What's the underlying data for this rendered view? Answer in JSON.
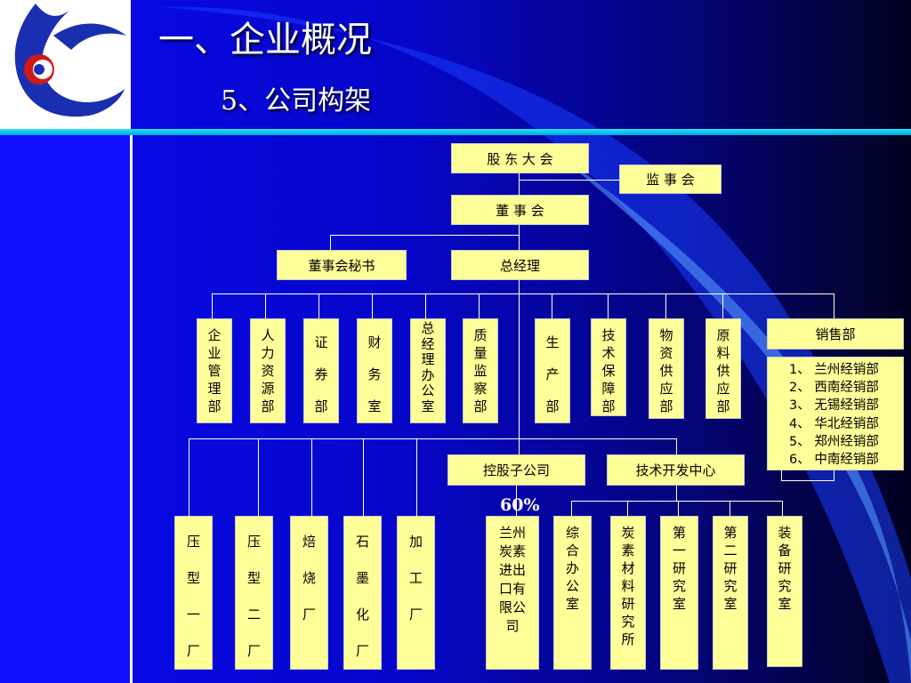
{
  "title": "一、企业概况",
  "subtitle": "5、公司构架",
  "logo_icon": "company-logo-icon",
  "colors": {
    "background": "#0606c8",
    "box": "#ffff99",
    "accent_bar": "#2de0ff"
  },
  "nodes": {
    "shareholders": "股 东 大 会",
    "supervisors": "监 事 会",
    "board": "董  事  会",
    "board_secretary": "董事会秘书",
    "gm": "总经理",
    "subsidiary": "控股子公司",
    "tech_center": "技术开发中心",
    "sales": "销售部"
  },
  "departments": [
    "企业管理部",
    "人力资源部",
    "证券部",
    "财务室",
    "总经理办公室",
    "质量监察部",
    "生产部",
    "技术保障部",
    "物资供应部",
    "原料供应部"
  ],
  "sales_offices": [
    "1、 兰州经销部",
    "2、 西南经销部",
    "3、 无锡经销部",
    "4、 华北经销部",
    "5、 郑州经销部",
    "6、 中南经销部"
  ],
  "factories": [
    "压型一厂",
    "压型二厂",
    "焙烧厂",
    "石墨化厂",
    "加工厂"
  ],
  "subsidiary_company": "兰州炭素进出口有限公司",
  "subsidiary_share": "60%",
  "tech_units": [
    "综合办公室",
    "炭素材料研究所",
    "第一研究室",
    "第二研究室",
    "装备研究室"
  ]
}
